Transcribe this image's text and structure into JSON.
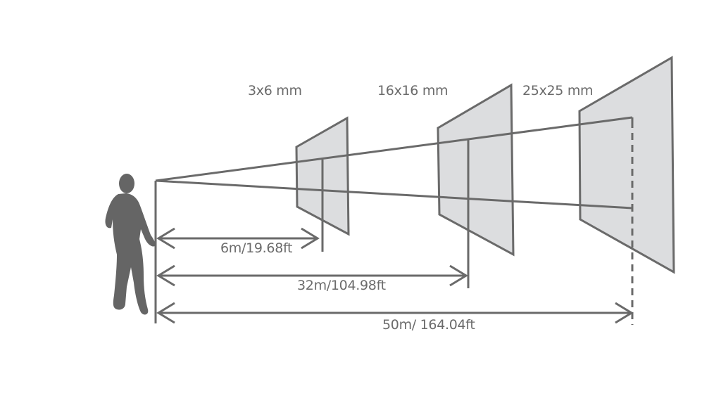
{
  "diagram": {
    "colors": {
      "stroke": "#6a6a6a",
      "panel_fill": "#dcdddf",
      "figure": "#656565",
      "text": "#6b6b6b"
    },
    "panels": [
      {
        "label": "3x6 mm"
      },
      {
        "label": "16x16 mm"
      },
      {
        "label": "25x25 mm"
      }
    ],
    "distances": [
      {
        "label": "6m/19.68ft"
      },
      {
        "label": "32m/104.98ft"
      },
      {
        "label": "50m/ 164.04ft"
      }
    ],
    "viewer": {
      "icon": "walking-person-icon"
    }
  }
}
